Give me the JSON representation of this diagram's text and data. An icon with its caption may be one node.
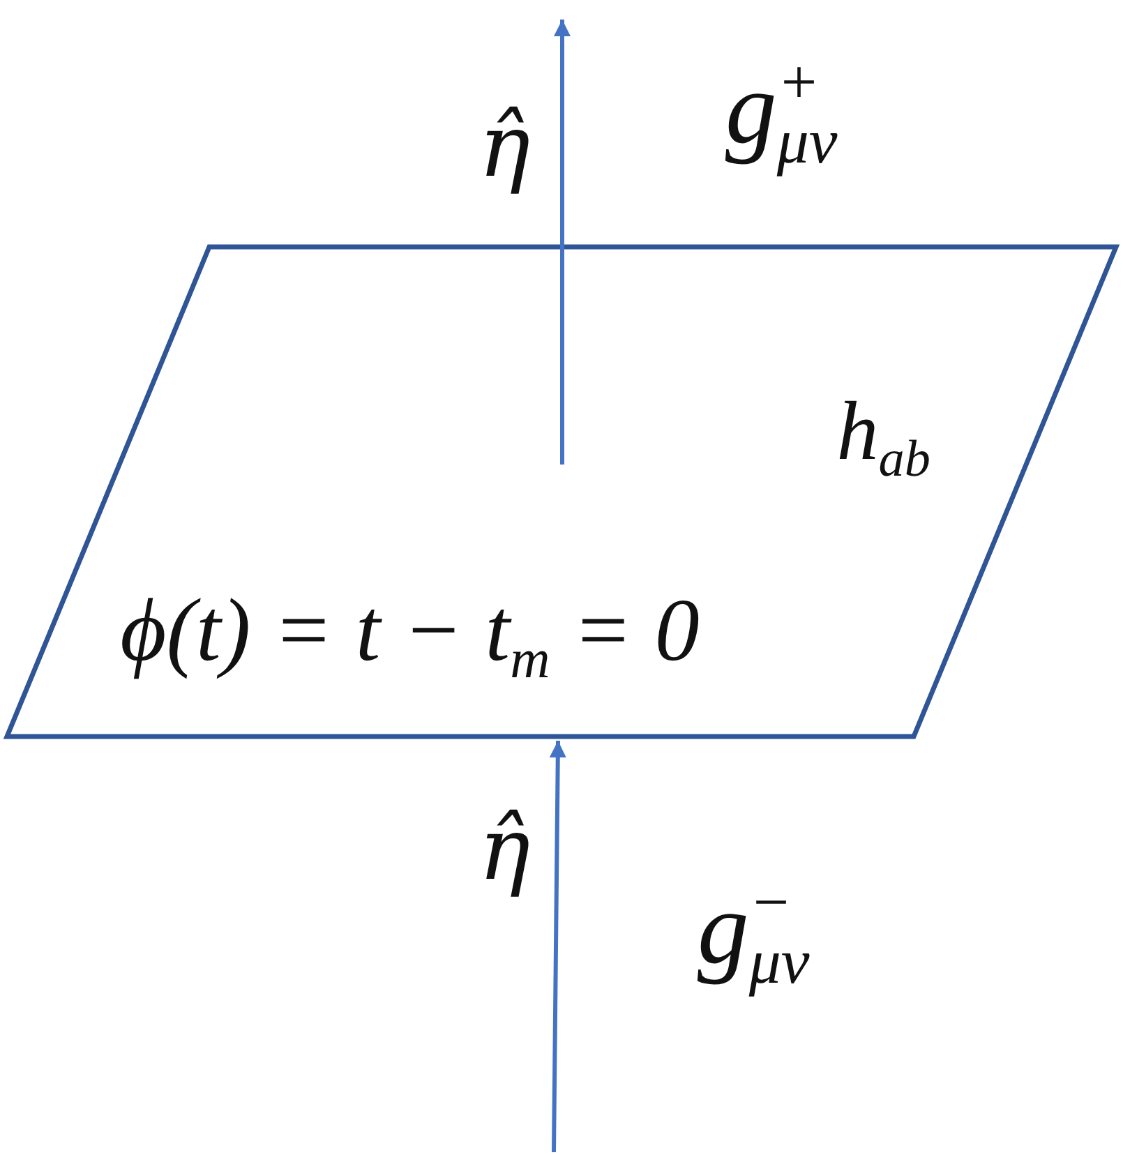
{
  "diagram": {
    "nodes": [
      {
        "text": [
          "h$_{ab}$",
          "ϕ(t) = t − t$_{m}$ = 0"
        ]
      }
    ],
    "labels": [
      "η̂",
      "g$^{+}$$_{μν}$",
      "η̂",
      "g$^{−}$$_{μν}$"
    ]
  }
}
